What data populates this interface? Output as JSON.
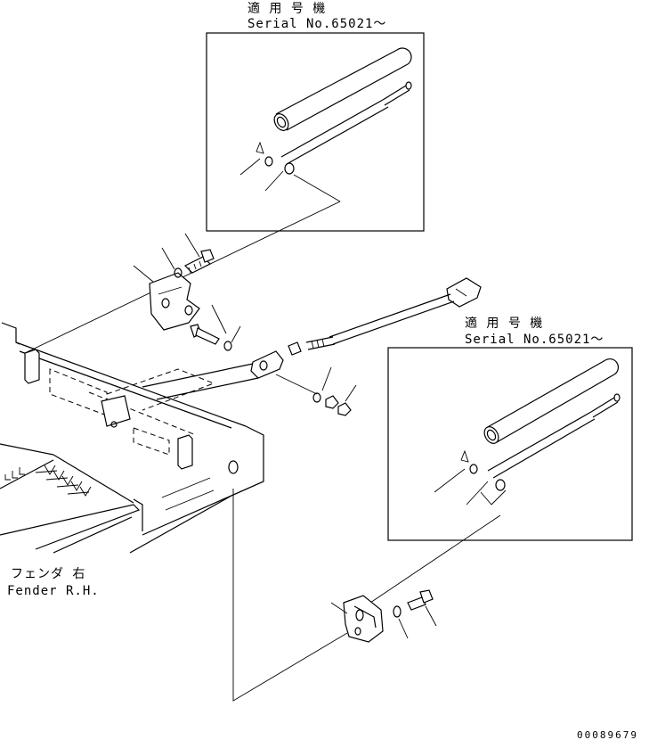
{
  "callouts": {
    "top": {
      "line1": "適 用 号 機",
      "line2": "Serial No.65021～"
    },
    "right": {
      "line1": "適 用 号 機",
      "line2": "Serial No.65021～"
    }
  },
  "fender": {
    "label_jp": "フェンダ 右",
    "label_en": "Fender R.H."
  },
  "drawing_number": "00089679"
}
